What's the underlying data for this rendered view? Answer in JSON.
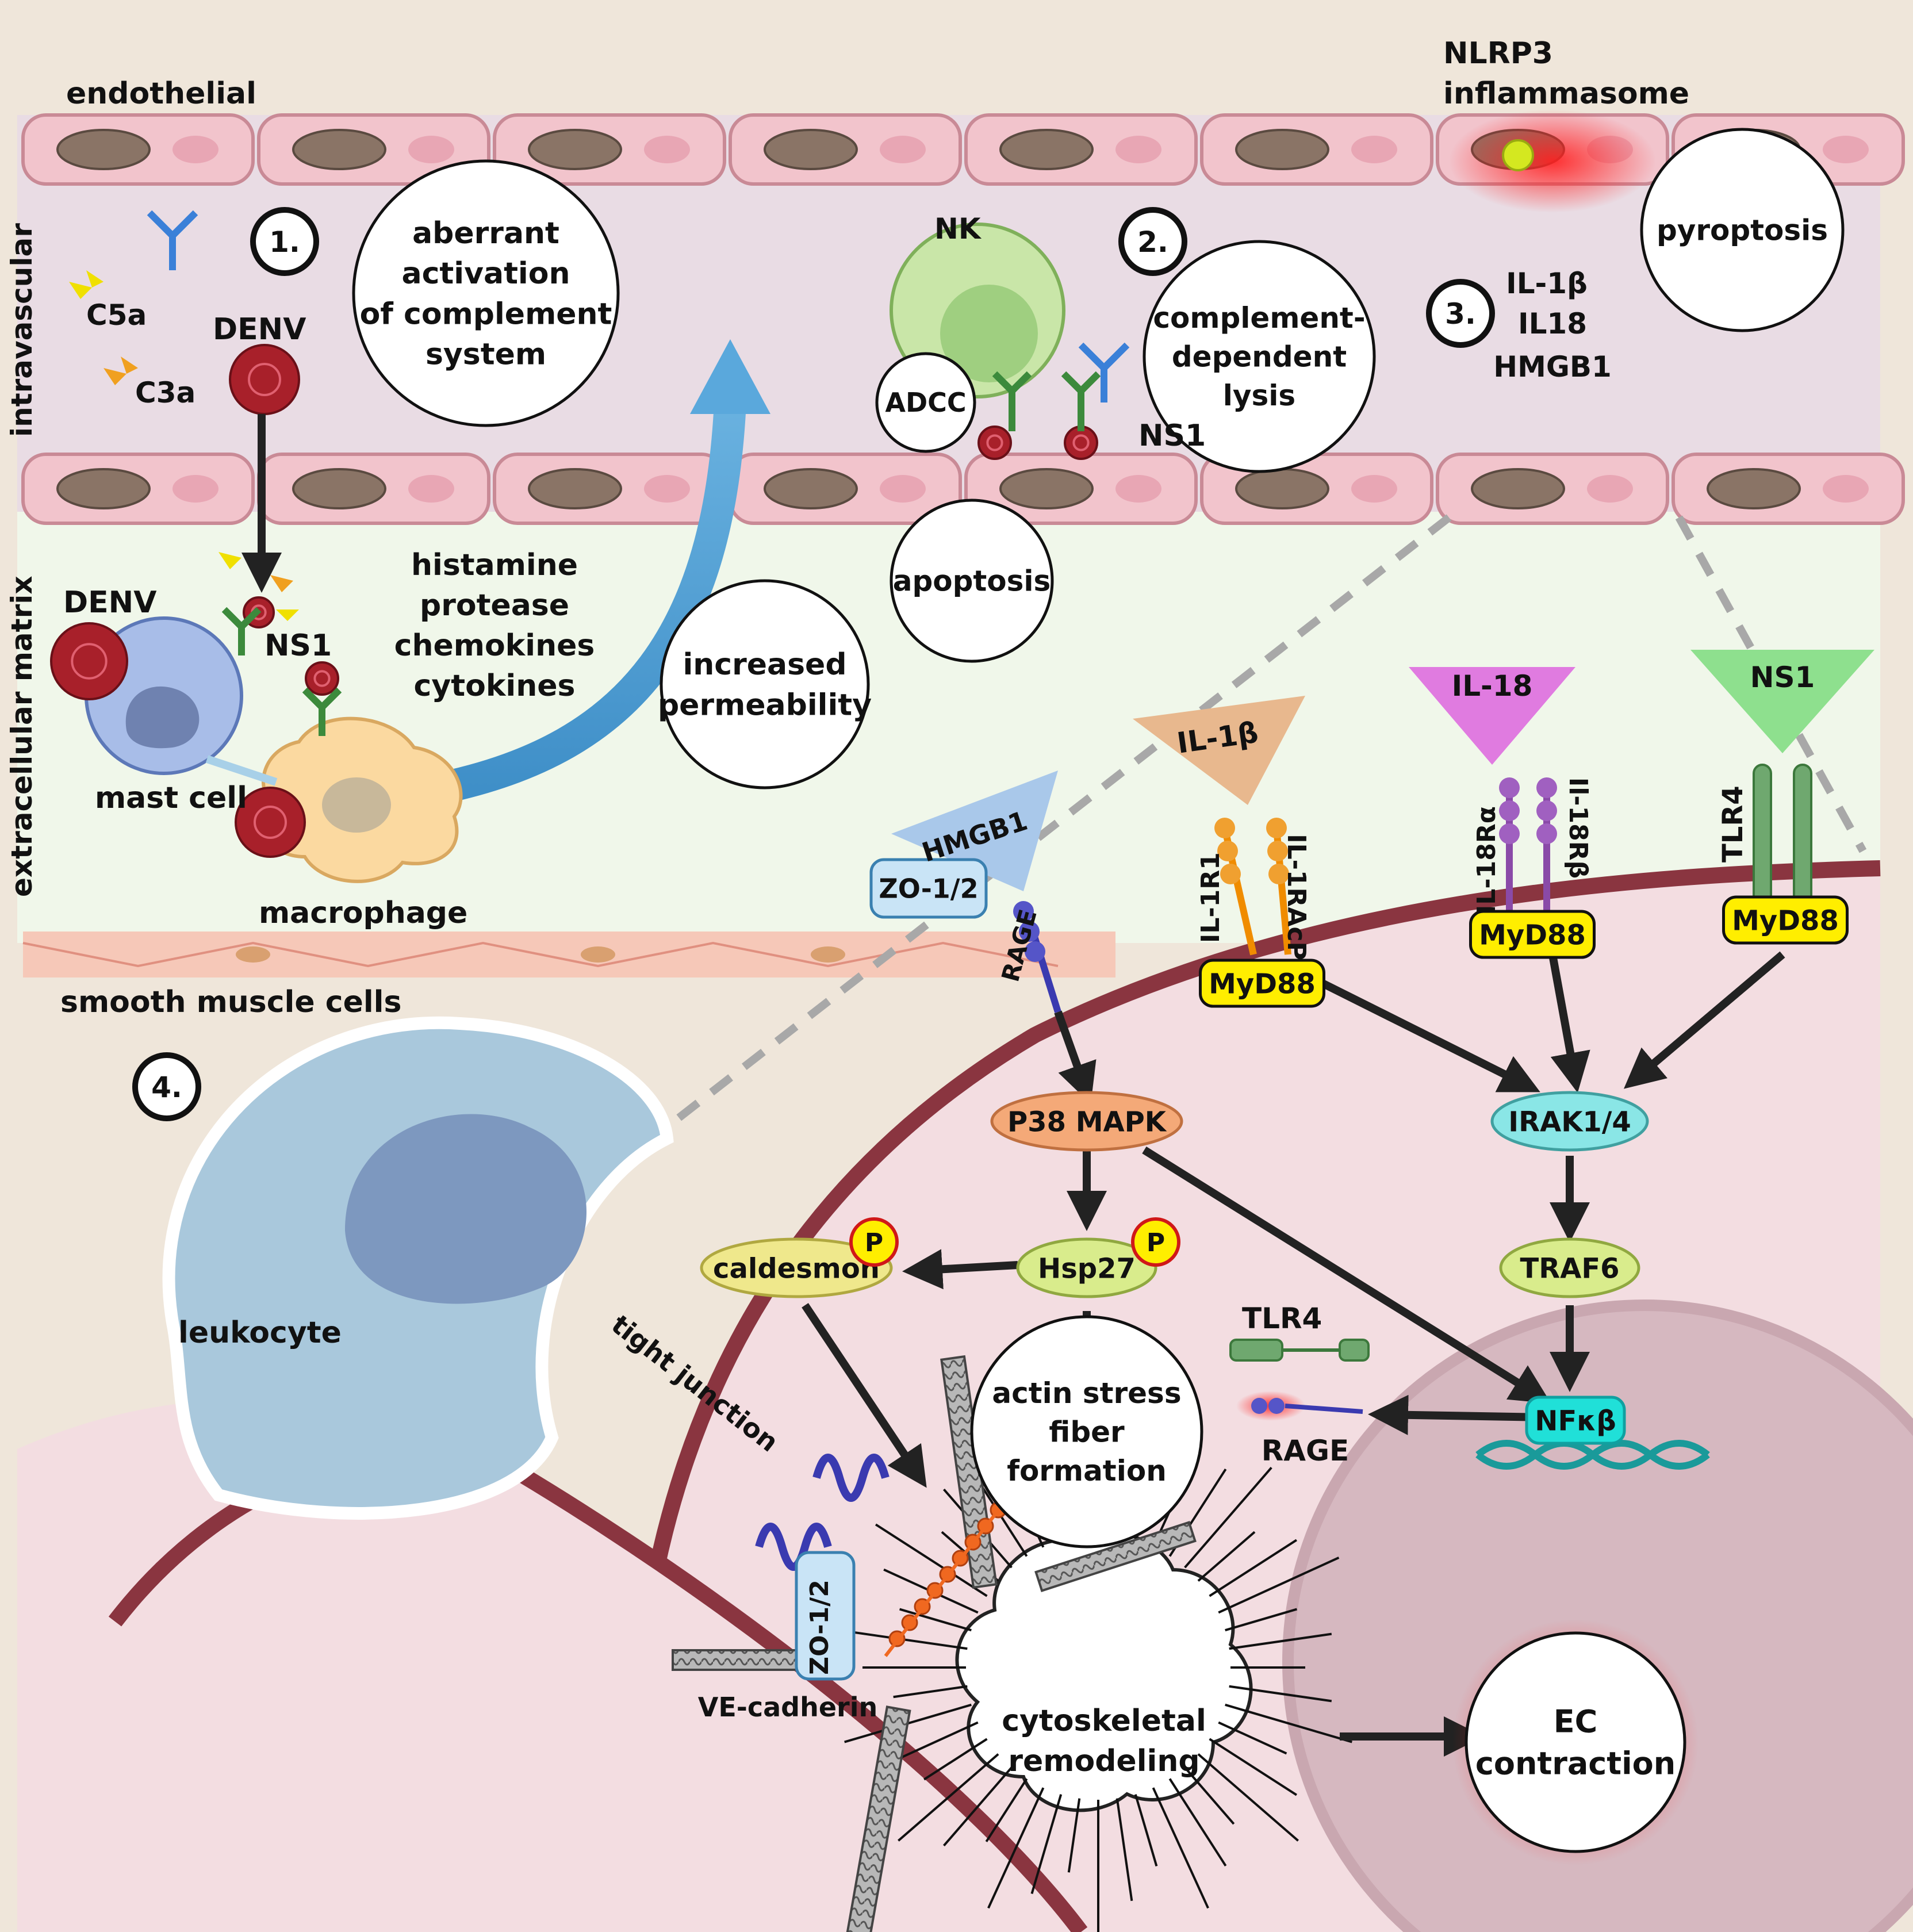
{
  "regions": {
    "endothelial": "endothelial",
    "intravascular": "intravascular",
    "extracellular_matrix": "extracellular matrix",
    "smooth_muscle": "smooth muscle cells"
  },
  "steps": {
    "s1": "1.",
    "s2": "2.",
    "s3": "3.",
    "s4": "4."
  },
  "molecules": {
    "c5a": "C5a",
    "c3a": "C3a",
    "denv_top": "DENV",
    "denv_mast": "DENV",
    "ns1_top": "NS1",
    "ns1_mac": "NS1",
    "nk": "NK",
    "nlrp3_line1": "NLRP3",
    "nlrp3_line2": "inflammasome",
    "il1b_rel": "IL-1β",
    "il18_rel": "IL18",
    "hmgb1_rel": "HMGB1"
  },
  "cells": {
    "mast": "mast cell",
    "macrophage": "macrophage",
    "leukocyte": "leukocyte"
  },
  "mediators": [
    "histamine",
    "protease",
    "chemokines",
    "cytokines"
  ],
  "circles": {
    "aberrant": [
      "aberrant",
      "activation",
      "of complement",
      "system"
    ],
    "permeability": [
      "increased",
      "permeability"
    ],
    "adcc": "ADCC",
    "complement_lysis": [
      "complement-",
      "dependent",
      "lysis"
    ],
    "apoptosis": "apoptosis",
    "pyroptosis": "pyroptosis",
    "actin": [
      "actin stress",
      "fiber",
      "formation"
    ],
    "ec_contraction": [
      "EC",
      "contraction"
    ]
  },
  "ligands": {
    "hmgb1": "HMGB1",
    "il1b": "IL-1β",
    "il18": "IL-18",
    "ns1": "NS1"
  },
  "receptors": {
    "rage": "RAGE",
    "il1r1": "IL-1R1",
    "il1racp": "IL-1RAcP",
    "il18ra": "IL-18Rα",
    "il18rb": "Il-18Rβ",
    "tlr4": "TLR4"
  },
  "adaptors": {
    "myd88_a": "MyD88",
    "myd88_b": "MyD88",
    "myd88_c": "MyD88"
  },
  "signaling": {
    "p38": "P38 MAPK",
    "irak": "IRAK1/4",
    "traf6": "TRAF6",
    "hsp27": "Hsp27",
    "caldesmon": "caldesmon",
    "nfkb": "NFκβ",
    "phos_a": "P",
    "phos_b": "P"
  },
  "products": {
    "tlr4": "TLR4",
    "rage": "RAGE"
  },
  "junction": {
    "tight_junction": "tight junction",
    "zo_a": "ZO-1/2",
    "zo_b": "ZO-1/2",
    "ve_cadherin": "VE-cadherin",
    "cytoskeletal": [
      "cytoskeletal",
      "remodeling"
    ]
  },
  "colors": {
    "endothelial_cell": "#f2c4cc",
    "nucleus": "#8a7466",
    "lumen": "#e9dce4",
    "ecm": "#f0f7ea",
    "cytoplasm": "#f3dde1",
    "membrane": "#8a3540",
    "myd88": "#ffee00",
    "p38": "#f4a978",
    "irak": "#8ae6e6",
    "traf6": "#d9ec8c",
    "hsp27": "#d9ec8c",
    "caldesmon": "#efe88c",
    "nfkb": "#20e0d8",
    "hmgb1": "#a9c8ea",
    "il1b": "#e8b88e",
    "il18": "#e07be0",
    "ns1": "#8ee08e"
  }
}
